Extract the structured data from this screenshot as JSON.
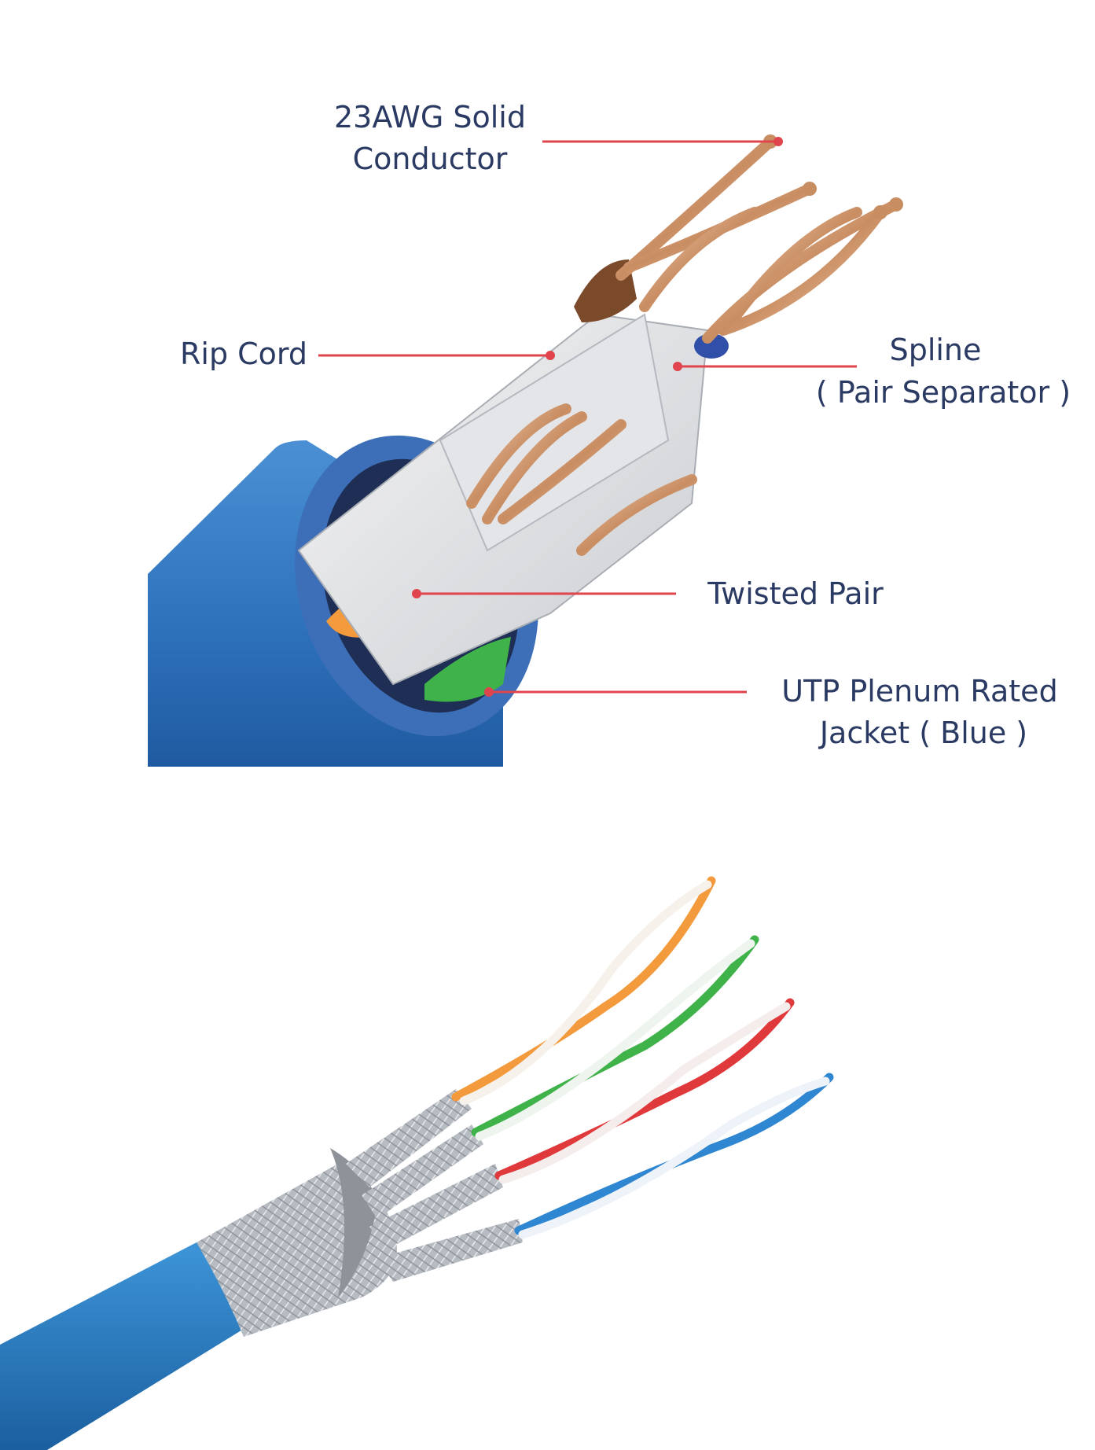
{
  "labels": {
    "conductor_line1": "23AWG Solid",
    "conductor_line2": "Conductor",
    "rip_cord": "Rip Cord",
    "spline_line1": "Spline",
    "spline_line2": "( Pair Separator )",
    "twisted_pair": "Twisted Pair",
    "jacket_line1": "UTP Plenum Rated",
    "jacket_line2": "Jacket ( Blue )"
  },
  "colors": {
    "label_text": "#2a3a63",
    "leader_line": "#e0454d",
    "jacket_blue": "#3a7fc8",
    "copper": "#d9a07a",
    "pair_orange": "#f29a3c",
    "pair_green": "#3fb24a",
    "pair_red": "#e0393b",
    "pair_blue": "#2f86d1",
    "foil_silver": "#c9ccd1"
  }
}
